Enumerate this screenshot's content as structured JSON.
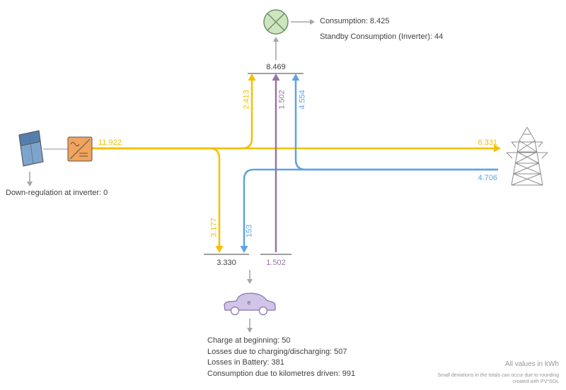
{
  "colors": {
    "pv_yellow": "#f5bf00",
    "grid_blue": "#5fa3e3",
    "battery_purple": "#9673a6",
    "arrow_gray": "#a6a6a6",
    "bar_gray": "#808080",
    "text_dark": "#404040",
    "footer_gray": "#969696",
    "consumption_green_fill": "#cde5c0",
    "consumption_green_stroke": "#6f8f68",
    "inverter_orange": "#f2a35c",
    "pv_panel_blue": "#7da4cc",
    "car_fill": "#d0c4e8",
    "car_stroke": "#8674ab"
  },
  "consumption": {
    "icon": "consumption-circle-x-icon",
    "total": "8.469",
    "line1": "Consumption: 8.425",
    "line2": "Standby Consumption (Inverter): 44"
  },
  "pv": {
    "icon": "pv-panel-icon",
    "inverter_icon": "inverter-icon",
    "production": "11.922",
    "downregulation": "Down-regulation at inverter: 0"
  },
  "grid": {
    "icon": "power-pylon-icon",
    "feed_in": "6.331",
    "purchase": "4.706"
  },
  "to_consumption": {
    "from_pv": "2.413",
    "from_battery": "1.502",
    "from_grid": "4.554"
  },
  "ev": {
    "icon": "electric-car-icon",
    "label": "e",
    "charge_from_pv": "3.177",
    "charge_from_grid": "153",
    "charge_total": "3.330",
    "discharge_total": "1.502",
    "details": {
      "line1": "Charge at beginning: 50",
      "line2": "Losses due to charging/discharging: 507",
      "line3": "Losses in Battery: 381",
      "line4": "Consumption due to kilometres driven: 991"
    }
  },
  "footer": {
    "units": "All values in kWh",
    "note1": "Small deviations in the totals can occur due to rounding",
    "note2": "created with PV*SOL"
  }
}
